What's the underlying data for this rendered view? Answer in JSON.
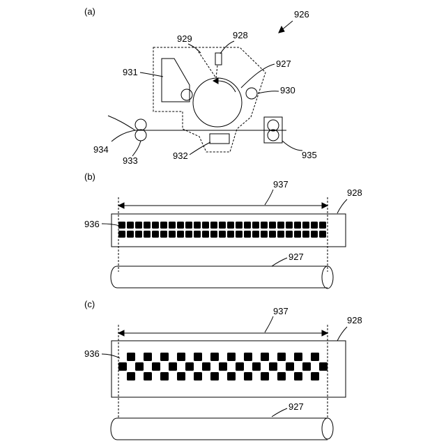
{
  "panels": {
    "a": {
      "label": "(a)"
    },
    "b": {
      "label": "(b)"
    },
    "c": {
      "label": "(c)"
    }
  },
  "refs": {
    "r926": "926",
    "r927": "927",
    "r928": "928",
    "r929": "929",
    "r930": "930",
    "r931": "931",
    "r932": "932",
    "r933": "933",
    "r934": "934",
    "r935": "935",
    "r936": "936",
    "r937": "937"
  },
  "arrays": {
    "b": {
      "pattern": "aligned",
      "rows": 2,
      "columns": 25
    },
    "c": {
      "pattern": "staggered",
      "rows": 3,
      "columns": 25
    }
  },
  "colors": {
    "line": "#000000",
    "background": "#ffffff"
  }
}
